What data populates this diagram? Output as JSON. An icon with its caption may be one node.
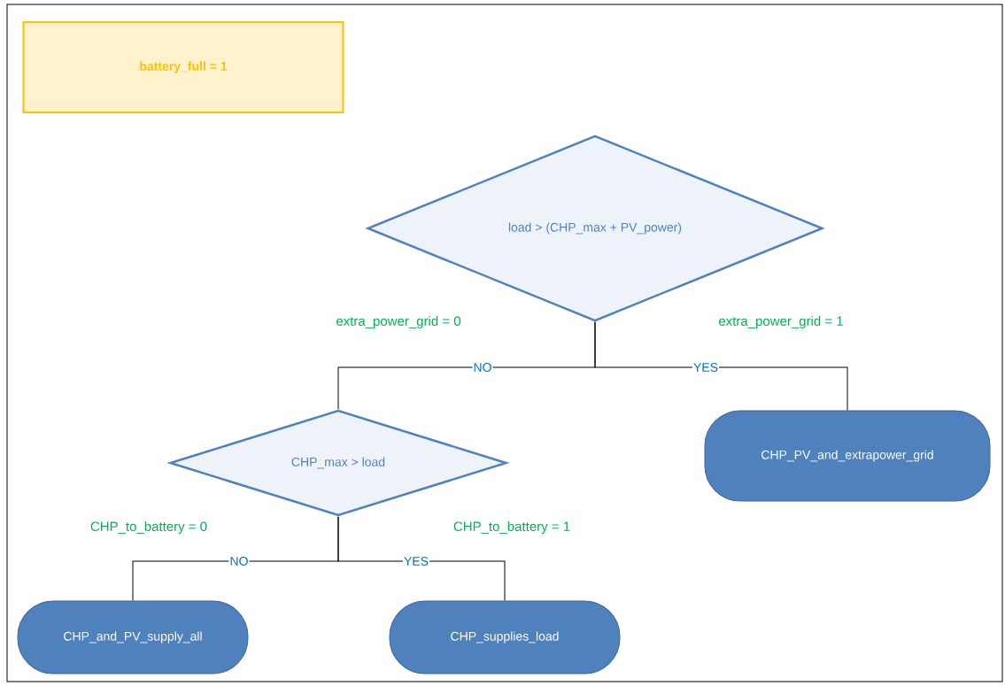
{
  "diagram": {
    "nodes": [
      {
        "text": [
          "battery_full = 1"
        ]
      },
      {
        "text": [
          "load > (CHP_max + PV_power)"
        ]
      },
      {
        "text": [
          "CHP_max > load"
        ]
      },
      {
        "text": [
          "CHP_PV_and_extrapower_grid"
        ]
      },
      {
        "text": [
          "CHP_and_PV_supply_all"
        ]
      },
      {
        "text": [
          "CHP_supplies_load"
        ]
      }
    ],
    "edges": [
      {
        "from": 1,
        "to": 2,
        "arrow": "none",
        "label": "NO"
      },
      {
        "from": 1,
        "to": 3,
        "arrow": "none",
        "label": "YES"
      },
      {
        "from": 2,
        "to": 4,
        "arrow": "none",
        "label": "NO"
      },
      {
        "from": 2,
        "to": 5,
        "arrow": "none",
        "label": "YES"
      }
    ],
    "labels": [
      "extra_power_grid = 0",
      "extra_power_grid = 1",
      "CHP_to_battery = 0",
      "CHP_to_battery = 1"
    ]
  }
}
